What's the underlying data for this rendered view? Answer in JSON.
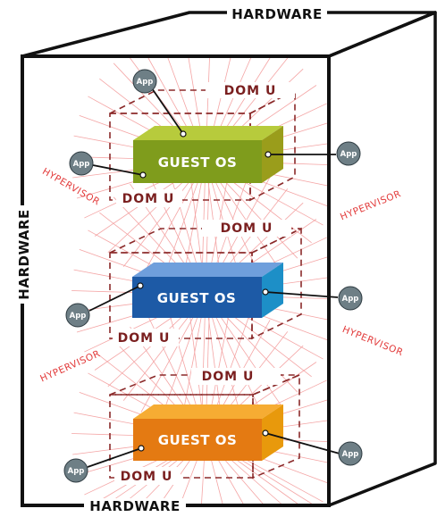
{
  "hardware": {
    "top_label": "HARDWARE",
    "left_label": "HARDWARE",
    "bottom_label": "HARDWARE"
  },
  "hypervisor_label": "HYPERVISOR",
  "domains": [
    {
      "guest_label": "GUEST OS",
      "dom_top_label": "DOM U",
      "dom_bottom_label": "DOM U",
      "colors": {
        "front": "#7f9c1c",
        "top": "#b7cb3c",
        "side": "#9a9d1b"
      },
      "apps": [
        "App",
        "App",
        "App"
      ]
    },
    {
      "guest_label": "GUEST OS",
      "dom_top_label": "DOM U",
      "dom_bottom_label": "DOM U",
      "colors": {
        "front": "#1d5aa6",
        "top": "#6f9fdc",
        "side": "#1d8fc7"
      },
      "apps": [
        "App",
        "App"
      ]
    },
    {
      "guest_label": "GUEST OS",
      "dom_top_label": "DOM U",
      "dom_bottom_label": "DOM U",
      "colors": {
        "front": "#e47a12",
        "top": "#f6ac33",
        "side": "#e8990c"
      },
      "apps": [
        "App",
        "App"
      ]
    }
  ],
  "app_badge_color": "#6e7f86"
}
